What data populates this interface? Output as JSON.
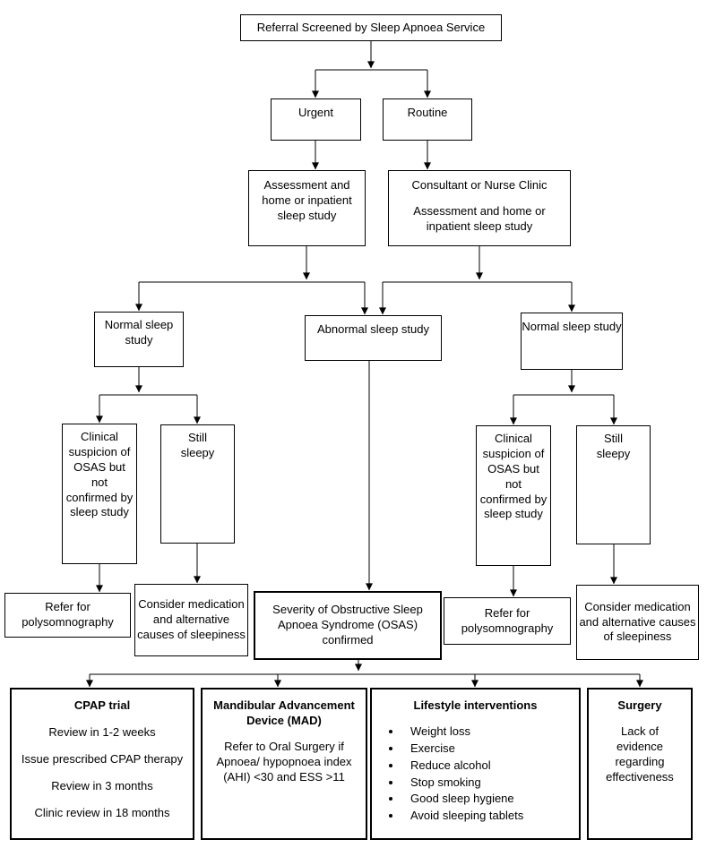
{
  "diagram": {
    "title": "Referral Screened by Sleep Apnoea Service",
    "colors": {
      "background": "#ffffff",
      "line": "#000000",
      "box_border": "#000000",
      "text": "#000000"
    },
    "nodes": {
      "referral": {
        "label": "Referral Screened by Sleep Apnoea Service"
      },
      "urgent": {
        "label": "Urgent"
      },
      "routine": {
        "label": "Routine"
      },
      "urgent_assessment": {
        "label": "Assessment and home or inpatient sleep study"
      },
      "routine_clinic": {
        "line1": "Consultant or Nurse Clinic",
        "line2": "Assessment and home or inpatient sleep study"
      },
      "normal_study_left": {
        "label": "Normal sleep study"
      },
      "abnormal_study": {
        "label": "Abnormal sleep study"
      },
      "normal_study_right": {
        "label": "Normal sleep study"
      },
      "clinical_suspicion_left": {
        "label": "Clinical suspicion of OSAS but not confirmed by sleep study"
      },
      "still_sleepy_left": {
        "label": "Still sleepy"
      },
      "clinical_suspicion_right": {
        "label": "Clinical suspicion of OSAS but not confirmed by sleep study"
      },
      "still_sleepy_right": {
        "label": "Still sleepy"
      },
      "polysomnography_left": {
        "label": "Refer for polysomnography"
      },
      "consider_medication_left": {
        "label": "Consider medication and alternative causes of sleepiness"
      },
      "severity_confirmed": {
        "label": "Severity of Obstructive Sleep Apnoea Syndrome (OSAS) confirmed"
      },
      "polysomnography_right": {
        "label": "Refer for polysomnography"
      },
      "consider_medication_right": {
        "label": "Consider medication and alternative causes of sleepiness"
      },
      "cpap": {
        "title": "CPAP trial",
        "lines": [
          "Review in 1-2 weeks",
          "Issue prescribed CPAP therapy",
          "Review in 3 months",
          "Clinic review in 18 months"
        ]
      },
      "mad": {
        "title": "Mandibular Advancement Device (MAD)",
        "body": "Refer to Oral Surgery if Apnoea/ hypopnoea index (AHI) <30 and ESS >11"
      },
      "lifestyle": {
        "title": "Lifestyle interventions",
        "bullets": [
          "Weight loss",
          "Exercise",
          "Reduce alcohol",
          "Stop smoking",
          "Good sleep hygiene",
          "Avoid sleeping tablets"
        ]
      },
      "surgery": {
        "title": "Surgery",
        "body": "Lack of evidence regarding effectiveness"
      }
    }
  }
}
